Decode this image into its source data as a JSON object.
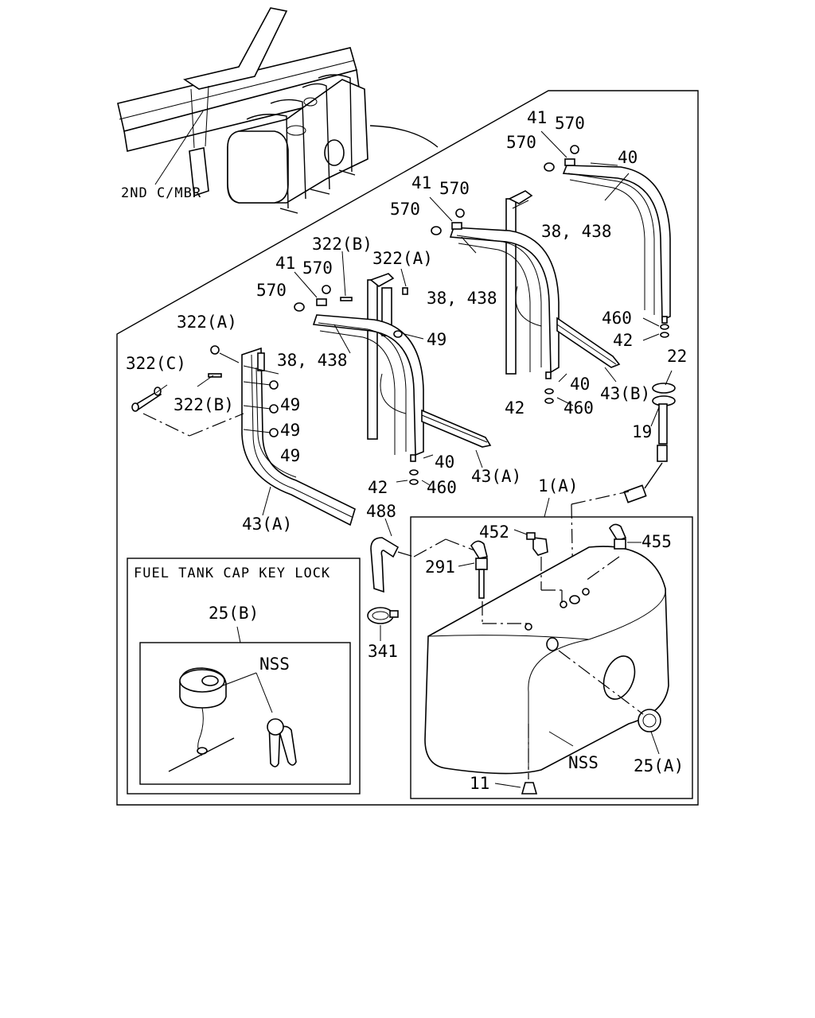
{
  "labels": {
    "frame_member": "2ND C/MBR",
    "p41_a": "41",
    "p570_a1": "570",
    "p570_a2": "570",
    "p40_a": "40",
    "p38438_a": "38, 438",
    "p41_b": "41",
    "p570_b1": "570",
    "p570_b2": "570",
    "p38438_b": "38, 438",
    "p322b_a": "322(B)",
    "p322a_a": "322(A)",
    "p41_c": "41",
    "p570_c1": "570",
    "p570_c2": "570",
    "p38438_c": "38, 438",
    "p49_a": "49",
    "p322a_b": "322(A)",
    "p322c": "322(C)",
    "p322b_b": "322(B)",
    "p49_b": "49",
    "p49_c": "49",
    "p49_d": "49",
    "p460_a": "460",
    "p42_a": "42",
    "p22": "22",
    "p40_b": "40",
    "p43b": "43(B)",
    "p42_b": "42",
    "p460_b": "460",
    "p19": "19",
    "p40_c": "40",
    "p43a_a": "43(A)",
    "p42_c": "42",
    "p460_c": "460",
    "p43a_b": "43(A)",
    "p488": "488",
    "p1a": "1(A)",
    "p452": "452",
    "p455": "455",
    "p291": "291",
    "p341": "341",
    "p11": "11",
    "nss_tank": "NSS",
    "p25a": "25(A)",
    "inset_title": "FUEL TANK CAP KEY LOCK",
    "p25b": "25(B)",
    "nss_inset": "NSS"
  },
  "icons": [
    "fuel-tank-overview",
    "strap",
    "bracket",
    "hose",
    "clamp",
    "gauge-unit",
    "fuel-cap",
    "key"
  ]
}
